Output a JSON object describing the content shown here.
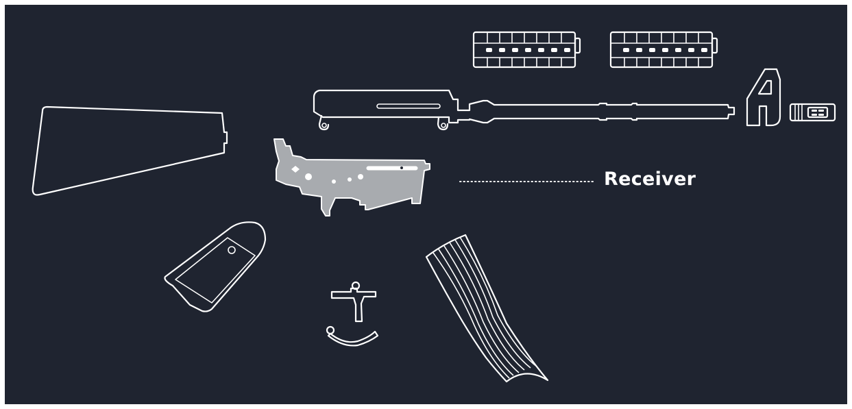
{
  "colors": {
    "background": "#1f2430",
    "line": "#ffffff",
    "highlight_fill": "#a8abaf"
  },
  "callout": {
    "label": "Receiver",
    "target": "receiver"
  },
  "parts": [
    "buttstock",
    "pistol-grip",
    "trigger-group",
    "receiver",
    "upper-receiver-barrel",
    "handguard-rail-left",
    "handguard-rail-right",
    "front-sight",
    "muzzle-device",
    "magazine"
  ],
  "highlighted_part": "receiver"
}
